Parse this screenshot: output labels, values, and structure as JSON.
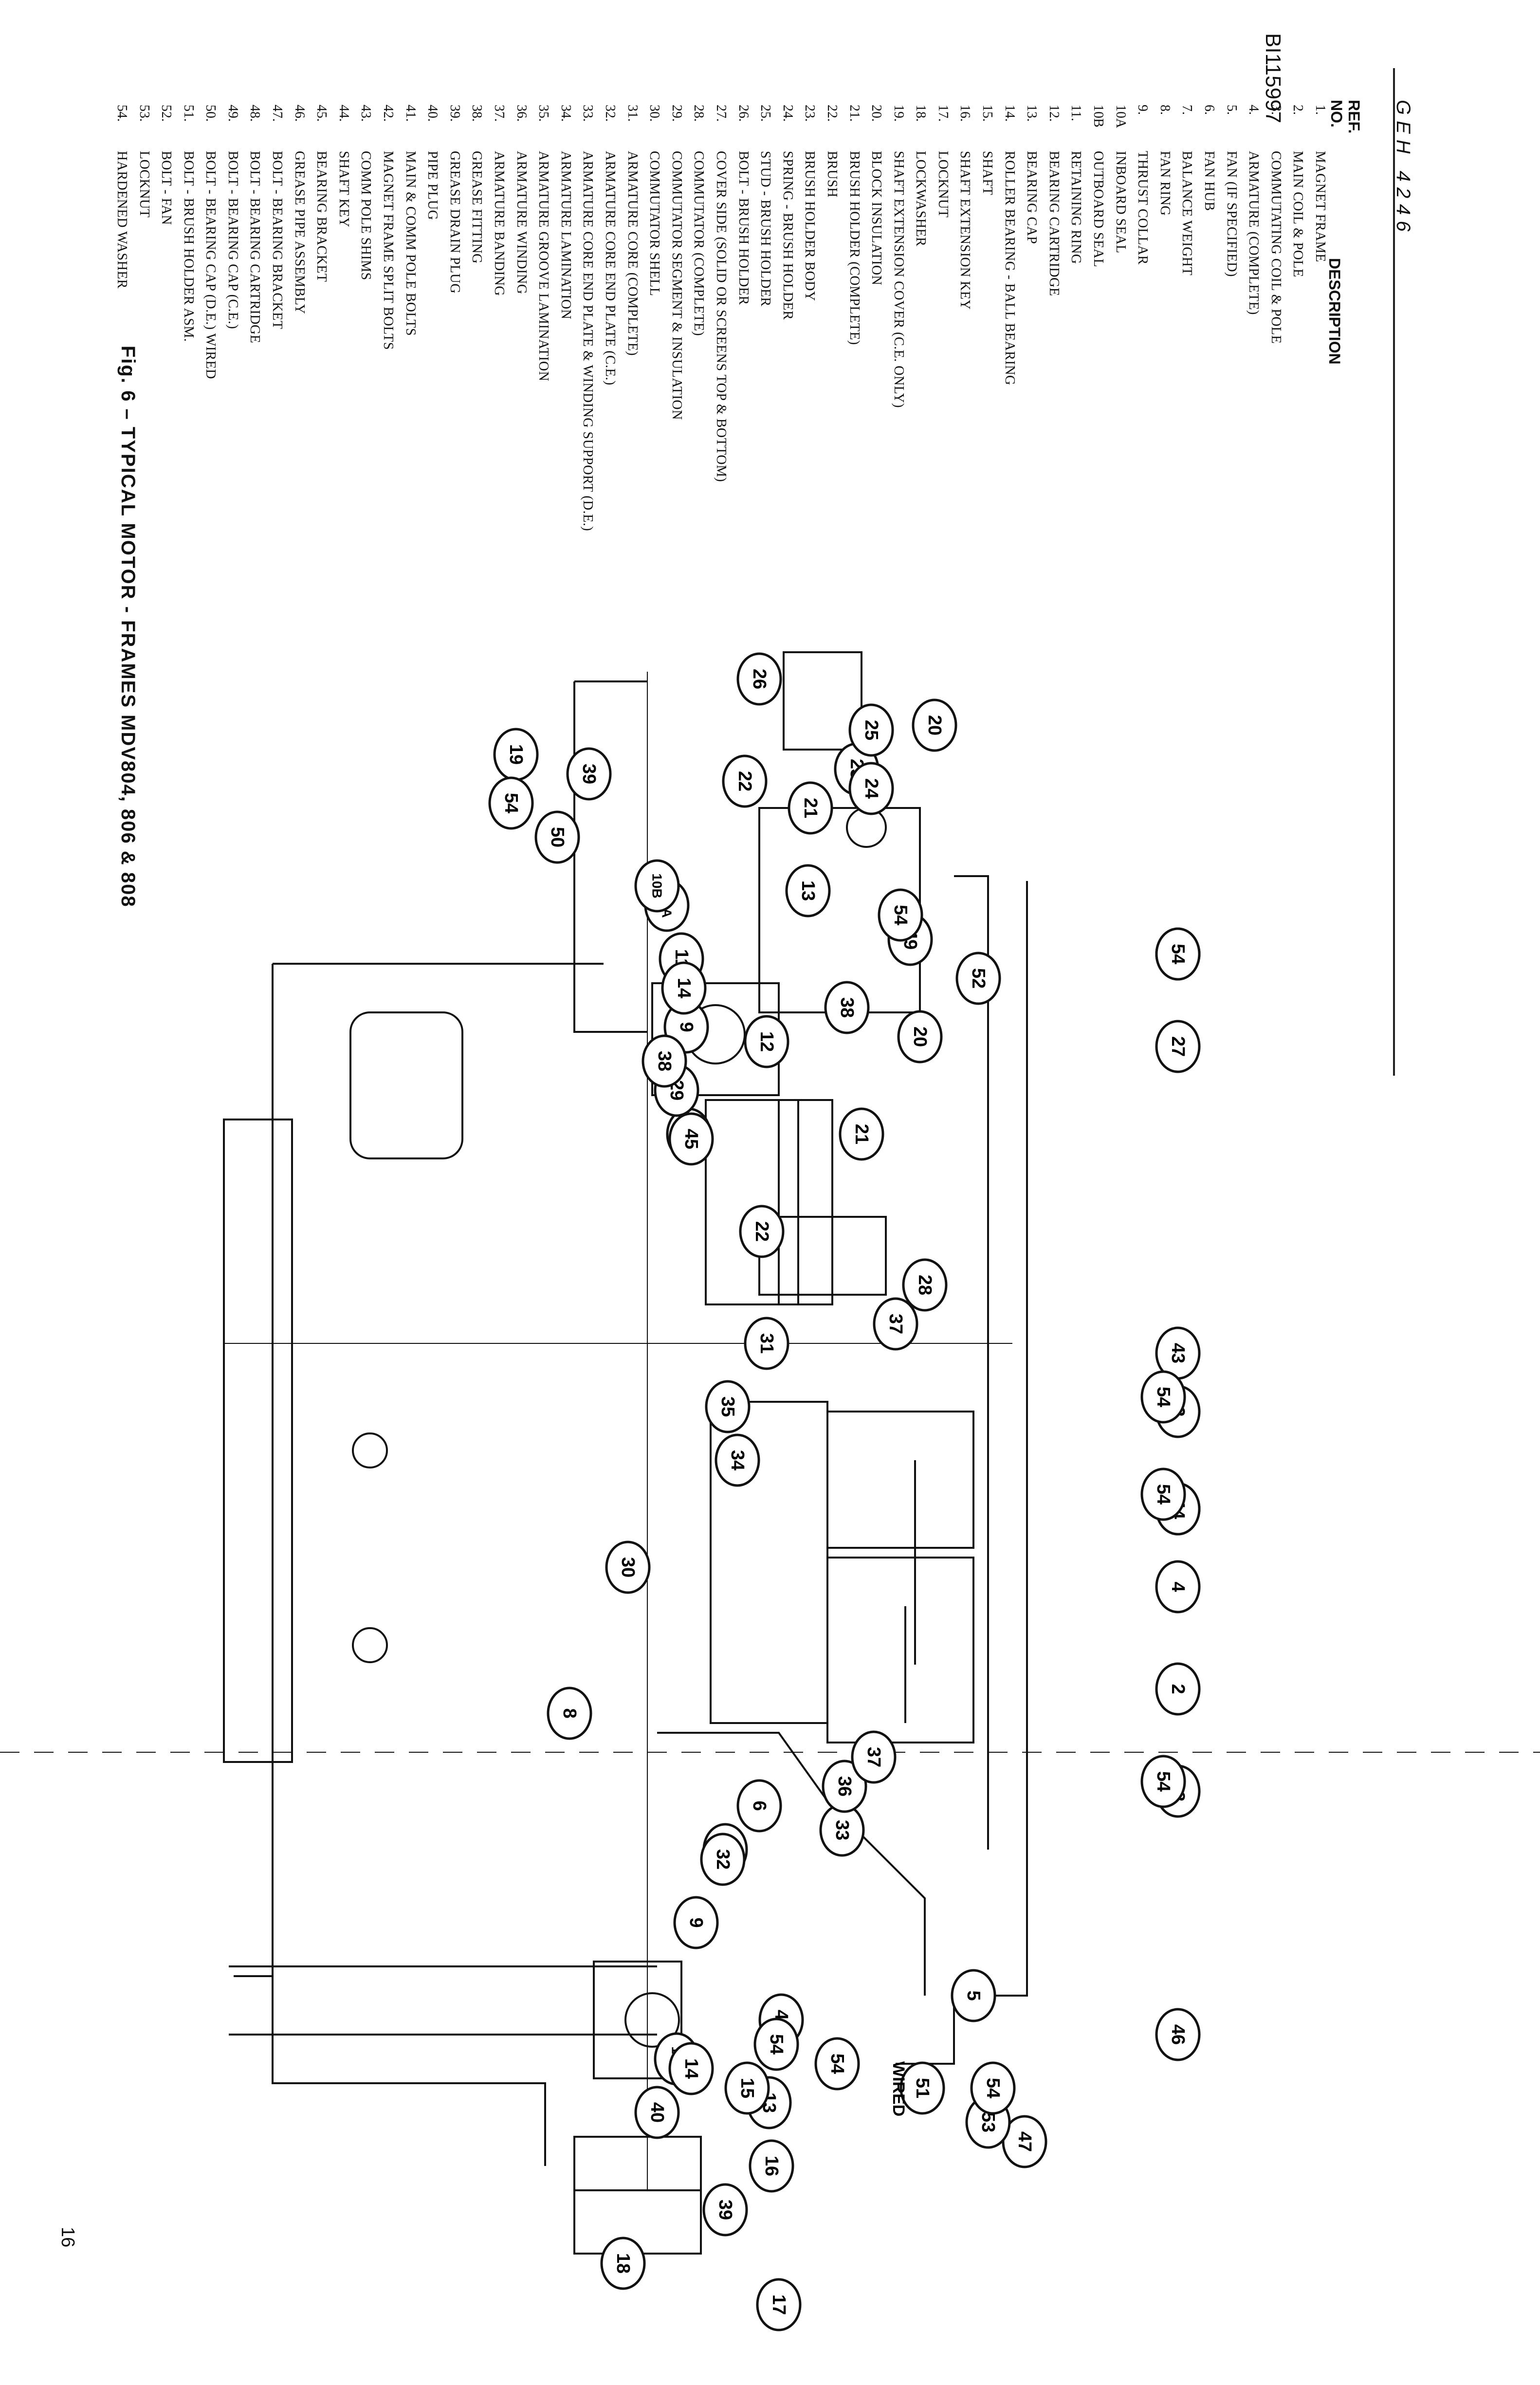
{
  "doc_id": "BI115997",
  "doc_code": "GEH 4246",
  "page_number": "16",
  "caption": "Fig. 6 – TYPICAL MOTOR - FRAMES MDV804, 806 & 808",
  "table_headers": {
    "ref_no": "REF.\nNO.",
    "description": "DESCRIPTION"
  },
  "parts": [
    {
      "ref": "1.",
      "desc": "MAGNET FRAME"
    },
    {
      "ref": "2.",
      "desc": "MAIN COIL & POLE"
    },
    {
      "ref": "3.",
      "desc": "COMMUTATING COIL & POLE"
    },
    {
      "ref": "4.",
      "desc": "ARMATURE (COMPLETE)"
    },
    {
      "ref": "5.",
      "desc": "FAN (IF SPECIFIED)"
    },
    {
      "ref": "6.",
      "desc": "FAN HUB"
    },
    {
      "ref": "7.",
      "desc": "BALANCE WEIGHT"
    },
    {
      "ref": "8.",
      "desc": "FAN RING"
    },
    {
      "ref": "9.",
      "desc": "THRUST COLLAR"
    },
    {
      "ref": "10A",
      "desc": "INBOARD SEAL"
    },
    {
      "ref": "10B",
      "desc": "OUTBOARD SEAL"
    },
    {
      "ref": "11.",
      "desc": "RETAINING RING"
    },
    {
      "ref": "12.",
      "desc": "BEARING CARTRIDGE"
    },
    {
      "ref": "13.",
      "desc": "BEARING CAP"
    },
    {
      "ref": "14.",
      "desc": "ROLLER BEARING - BALL BEARING"
    },
    {
      "ref": "15.",
      "desc": "SHAFT"
    },
    {
      "ref": "16.",
      "desc": "SHAFT EXTENSION KEY"
    },
    {
      "ref": "17.",
      "desc": "LOCKNUT"
    },
    {
      "ref": "18.",
      "desc": "LOCKWASHER"
    },
    {
      "ref": "19.",
      "desc": "SHAFT EXTENSION COVER (C.E. ONLY)"
    },
    {
      "ref": "20.",
      "desc": "BLOCK INSULATION"
    },
    {
      "ref": "21.",
      "desc": "BRUSH HOLDER (COMPLETE)"
    },
    {
      "ref": "22.",
      "desc": "BRUSH"
    },
    {
      "ref": "23.",
      "desc": "BRUSH HOLDER BODY"
    },
    {
      "ref": "24.",
      "desc": "SPRING - BRUSH HOLDER"
    },
    {
      "ref": "25.",
      "desc": "STUD - BRUSH HOLDER"
    },
    {
      "ref": "26.",
      "desc": "BOLT - BRUSH HOLDER"
    },
    {
      "ref": "27.",
      "desc": "COVER SIDE (SOLID OR SCREENS TOP & BOTTOM)"
    },
    {
      "ref": "28.",
      "desc": "COMMUTATOR (COMPLETE)"
    },
    {
      "ref": "29.",
      "desc": "COMMUTATOR SEGMENT & INSULATION"
    },
    {
      "ref": "30.",
      "desc": "COMMUTATOR SHELL"
    },
    {
      "ref": "31.",
      "desc": "ARMATURE CORE (COMPLETE)"
    },
    {
      "ref": "32.",
      "desc": "ARMATURE CORE END PLATE (C.E.)"
    },
    {
      "ref": "33.",
      "desc": "ARMATURE CORE END PLATE & WINDING SUPPORT (D.E.)"
    },
    {
      "ref": "34.",
      "desc": "ARMATURE LAMINATION"
    },
    {
      "ref": "35.",
      "desc": "ARMATURE GROOVE LAMINATION"
    },
    {
      "ref": "36.",
      "desc": "ARMATURE WINDING"
    },
    {
      "ref": "37.",
      "desc": "ARMATURE BANDING"
    },
    {
      "ref": "38.",
      "desc": "GREASE FITTING"
    },
    {
      "ref": "39.",
      "desc": "GREASE DRAIN PLUG"
    },
    {
      "ref": "40.",
      "desc": "PIPE PLUG"
    },
    {
      "ref": "41.",
      "desc": "MAIN & COMM POLE BOLTS"
    },
    {
      "ref": "42.",
      "desc": "MAGNET FRAME SPLIT BOLTS"
    },
    {
      "ref": "43.",
      "desc": "COMM POLE SHIMS"
    },
    {
      "ref": "44.",
      "desc": "SHAFT KEY"
    },
    {
      "ref": "45.",
      "desc": "BEARING BRACKET"
    },
    {
      "ref": "46.",
      "desc": "GREASE PIPE ASSEMBLY"
    },
    {
      "ref": "47.",
      "desc": "BOLT - BEARING BRACKET"
    },
    {
      "ref": "48.",
      "desc": "BOLT - BEARING CARTRIDGE"
    },
    {
      "ref": "49.",
      "desc": "BOLT - BEARING CAP (C.E.)"
    },
    {
      "ref": "50.",
      "desc": "BOLT - BEARING CAP (D.E.) WIRED"
    },
    {
      "ref": "51.",
      "desc": "BOLT - BRUSH HOLDER ASM."
    },
    {
      "ref": "52.",
      "desc": "BOLT - FAN"
    },
    {
      "ref": "53.",
      "desc": "LOCKNUT"
    },
    {
      "ref": "54.",
      "desc": "HARDENED WASHER"
    }
  ],
  "callouts": [
    "1",
    "2",
    "3",
    "4",
    "5",
    "6",
    "7",
    "8",
    "9",
    "9",
    "10A",
    "10B",
    "10B",
    "11",
    "12",
    "13",
    "13",
    "14",
    "14",
    "15",
    "16",
    "17",
    "18",
    "19",
    "20",
    "20",
    "21",
    "21",
    "22",
    "22",
    "23",
    "24",
    "25",
    "25",
    "26",
    "27",
    "28",
    "29",
    "30",
    "31",
    "32",
    "33",
    "34",
    "35",
    "36",
    "37",
    "37",
    "38",
    "38",
    "39",
    "39",
    "40",
    "41",
    "42",
    "43",
    "44",
    "45",
    "46",
    "47",
    "48",
    "49",
    "50",
    "51",
    "52",
    "53",
    "54",
    "54",
    "54",
    "54",
    "54",
    "54",
    "54",
    "54",
    "54"
  ],
  "wired_label": "WIRED"
}
